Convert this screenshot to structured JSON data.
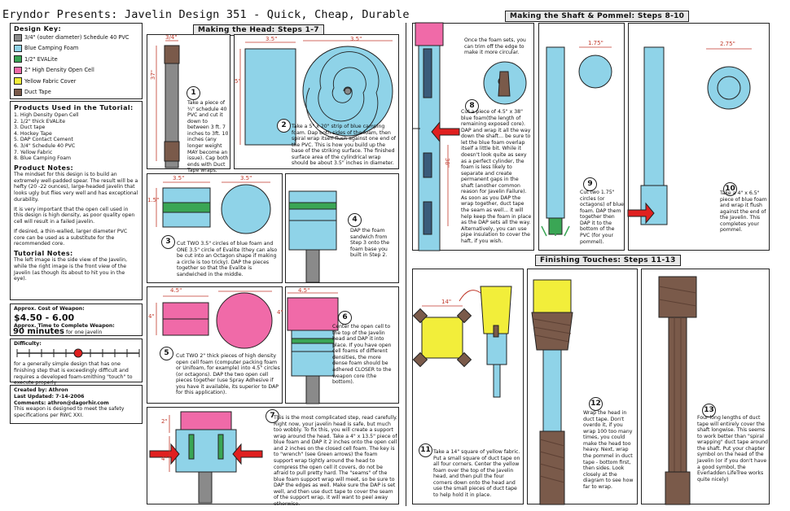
{
  "title": "Eryndor Presents: Javelin Design 351 - Quick, Cheap, Durable",
  "design_key": {
    "heading": "Design Key:",
    "items": [
      {
        "label": "3/4\" (outer diameter) Schedule 40 PVC",
        "color": "#8a8a8a"
      },
      {
        "label": "Blue Camping Foam",
        "color": "#8fd3e8"
      },
      {
        "label": "1/2\" EVALite",
        "color": "#3aa655"
      },
      {
        "label": "2\" High Density Open Cell",
        "color": "#f06aa8"
      },
      {
        "label": "Yellow Fabric Cover",
        "color": "#f2ee3a"
      },
      {
        "label": "Duct Tape",
        "color": "#7a5a4a"
      }
    ]
  },
  "products": {
    "heading": "Products Used in the Tutorial:",
    "items": [
      "1.  High Density Open Cell",
      "2.  1/2\" thick EVALite",
      "3.  Duct tape",
      "4.  Hockey Tape",
      "5.  DAP Contact Cement",
      "6.  3/4\" Schedule 40 PVC",
      "7.  Yellow Fabric",
      "8.  Blue Camping Foam"
    ]
  },
  "product_notes": {
    "heading": "Product Notes:",
    "p1": "The mindset for this design is to build an extremely well-padded spear. The result will be a hefty (20 -22 ounces), large-headed javelin that looks ugly but flies very well and has exceptional durability.",
    "p2": "It is very important that the open cell used in this design is high density, as poor quality open cell will result in a failed javelin.",
    "p3": "If desired, a thin-walled, larger diameter PVC core can be used as a substitute for the recommended core."
  },
  "tutorial_notes": {
    "heading": "Tutorial Notes:",
    "text": "The left image is the side view of the Javelin, while the right image is the front view of the Javelin (as though its about to hit you in the eye)."
  },
  "cost": {
    "label": "Approx. Cost of Weapon:",
    "value": "$4.50 - 6.00",
    "time_label": "Approx. Time to Complete Weapon:",
    "time_value": "90 minutes",
    "time_suffix": "for one javelin"
  },
  "difficulty": {
    "label": "Difficulty:",
    "level": 0.5,
    "text": "for a generally simple design that has one finishing step that is exceedingly difficult and requires a developed foam-smithing \"touch\" to execute properly"
  },
  "credits": {
    "created": "Created by: Athron",
    "updated": "Last Updated: 7-14-2006",
    "comments": "Comments: athron@dagorhir.com",
    "note": "This weapon is designed to meet the safety specifications per RWC XXI."
  },
  "sections": {
    "head": "Making the Head: Steps 1-7",
    "shaft": "Making the Shaft & Pommel: Steps 8-10",
    "finish": "Finishing Touches: Steps 11-13"
  },
  "dims": {
    "d34": "3/4\"",
    "d37": "37\"",
    "d35": "3.5\"",
    "d5": "5\"",
    "d15": "1.5\"",
    "d45": "4.5\"",
    "d4": "4\"",
    "d2": "2\"",
    "d38": "38\"",
    "d175": "1.75\"",
    "d275": "2.75\"",
    "d14": "14\""
  },
  "steps": [
    {
      "n": "1",
      "text": "Take a piece of ¾\" schedule 40 PVC and cut it down to between 3 ft. 7 inches to 3ft. 10 inches (any longer weight MAY become an issue). Cap both ends with Duct Tape wraps."
    },
    {
      "n": "2",
      "text": "Take a 5\" x 20\" strip of blue camping foam. Dap both sides of the foam, then spiral wrap itself flush against one end of the PVC. This is how you build up the base of the striking surface. The finished surface area of the cylindrical wrap should be about 3.5\" inches in diameter."
    },
    {
      "n": "3",
      "text": "Cut TWO 3.5\" circles of blue foam and ONE 3.5\" circle of Evalite (they can also be cut into an Octagon shape if making a circle is too tricky). DAP the pieces together so that the Evalite is sandwiched in the middle."
    },
    {
      "n": "4",
      "text": "DAP the foam sandwich from Step 3 onto the foam base you built in Step 2."
    },
    {
      "n": "5",
      "text": "Cut TWO 2\" thick pieces of high density open cell foam (computer packing foam or Unifoam, for example) into 4.5\" circles (or octagons). DAP the two open cell pieces together (use Spray Adhesive if you have it available, its superior to DAP for this application)."
    },
    {
      "n": "6",
      "text": "Center the open cell to the top of the Javelin head and DAP it into place. If you have open cell foams of different densities, the more dense foam should be adhered CLOSER to the weapon core (the bottom)."
    },
    {
      "n": "7",
      "text": "This is the most complicated step, read carefully. Right now, your javelin head is safe, but much too wobbly. To fix this, you will create a support wrap around the head. Take a 4\" x 13.5\" piece of blue foam and DAP it 2 inches onto the open cell and 2 inches on the closed cell foam. The key is to \"wrench\" (see Green arrows) the foam support wrap tightly around the head to compress the open cell it covers, do not be afraid to pull pretty hard. The \"seams\" of the blue foam support wrap will meet, so be sure to DAP the edges as well. Make sure the DAP is set well, and then use duct tape to cover the seam of the support wrap, it will want to peel away otherwise."
    },
    {
      "n": "8",
      "text": "Cut a piece of 4.5\" x 38\" blue foam(the length of remaining exposed core). DAP and wrap it all the way down the shaft... be sure to let the blue foam overlap itself a little bit. While it doesn't look quite as sexy as a perfect cylinder, the foam is less likely to separate and create permanent gaps in the shaft (another common reason for Javelin Failure). As soon as you DAP the wrap together, duct tape the seam as well... it will help keep the foam in place as the DAP sets all the way. Alternatively, you can use pipe insulation to cover the haft, if you wish."
    },
    {
      "n": "9",
      "text": "Cut two 1.75\" circles (or octagons) of blue foam. DAP them together then DAP it to the bottom of the PVC (for your pommel)."
    },
    {
      "n": "10",
      "text": "Take a 4\" x 6.5\" piece of blue foam and wrap it flush against the end of the Javelin. This completes your pommel."
    },
    {
      "n": "11",
      "text": "Take a 14\" square of yellow fabric. Put a small square of duct tape on all four corners. Center the yellow foam over the top of the Javelin head, and then pull the four corners down onto the head and use the small pieces of duct tape to help hold it in place."
    },
    {
      "n": "12",
      "text": "Wrap the head in duct tape. Don't overdo it, if you wrap 100 too many times, you could make the head too heavy. Next, wrap the pommel in duct tape - bottom first, then sides. Look closely at the diagram to see how far to wrap."
    },
    {
      "n": "13",
      "text": "Four long lengths of duct tape will entirely cover the shaft longwise. This seems to work better than \"spiral wrapping\" duct tape around the shaft. Put your chapter symbol on the head of the Javelin (or if you don't have a good symbol, the Everladden LifeTree works quite nicely)"
    }
  ],
  "note_top": "Once the foam sets, you can trim off the edge to make it more circular."
}
